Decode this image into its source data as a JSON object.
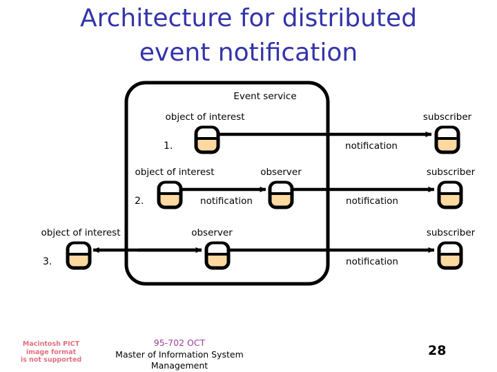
{
  "slide": {
    "title": "Architecture for distributed\nevent notification",
    "page_number": "28"
  },
  "diagram": {
    "container_label": "Event service",
    "colors": {
      "icon_fill_bottom": "#fbd9a0",
      "icon_fill_top": "#ffffff",
      "stroke": "#000000",
      "title": "#3333aa"
    },
    "rows": [
      {
        "number": "1.",
        "left_label": "object of interest",
        "mid_label": "",
        "right_label": "subscriber",
        "edge_label_right": "notification",
        "edge_label_mid": ""
      },
      {
        "number": "2.",
        "left_label": "object of interest",
        "mid_label": "observer",
        "right_label": "subscriber",
        "edge_label_mid": "notification",
        "edge_label_right": "notification"
      },
      {
        "number": "3.",
        "left_label": "object of interest",
        "mid_label": "observer",
        "right_label": "subscriber",
        "edge_label_mid": "",
        "edge_label_right": "notification"
      }
    ]
  },
  "footer": {
    "pict_warning": "Macintosh PICT\nimage format\nis not supported",
    "course_code": "95-702 OCT",
    "course_name": "Master of Information System\nManagement"
  }
}
